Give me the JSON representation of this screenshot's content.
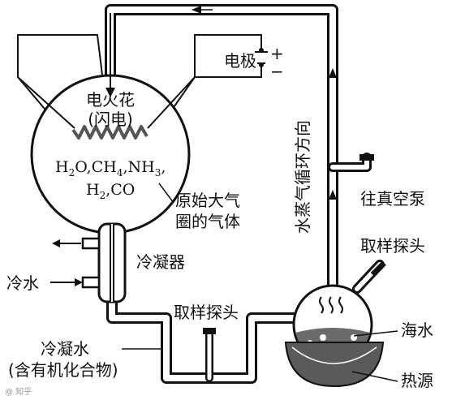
{
  "labels": {
    "electrode": "电极",
    "plus": "+",
    "minus": "−",
    "spark": "电火花",
    "lightning": "(闪电)",
    "gas_line1": "原始大气",
    "gas_line2": "圈的气体",
    "condenser": "冷凝器",
    "cold_water": "冷水",
    "condensate_line1": "冷凝水",
    "condensate_line2": "(含有机化合物)",
    "sampling_probe_bottom": "取样探头",
    "sampling_probe_right": "取样探头",
    "vacuum_pump": "往真空泵",
    "steam_direction": "水蒸气循环方向",
    "sea_water": "海水",
    "heat_source": "热源",
    "watermark": "@ 知乎"
  },
  "formula": {
    "h2o_line": [
      "H",
      "2",
      "O,CH",
      "4",
      ",NH",
      "3",
      ","
    ],
    "h2_line": [
      "H",
      "2",
      ",CO"
    ]
  }
}
